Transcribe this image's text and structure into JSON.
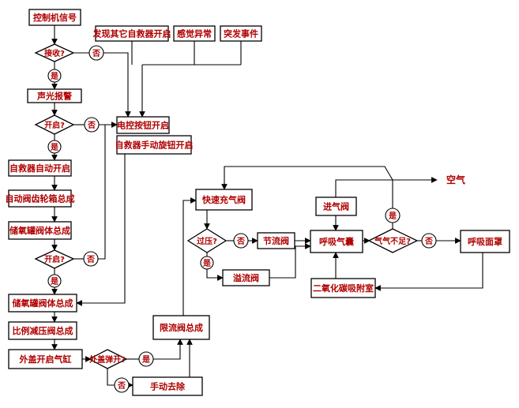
{
  "nodes": {
    "control_signal": "控制机信号",
    "other_device_open": "发现其它自救器开启",
    "feel_abnormal": "感觉异常",
    "sudden_event": "突发事件",
    "received": "接收?",
    "alarm": "声光报警",
    "opened_1": "开启?",
    "electric_button_open": "电控按钮开启",
    "manual_knob_open": "自救器手动旋钮开启",
    "auto_open": "自救器自动开启",
    "auto_valve_ratchet": "自动阀齿轮箱总成",
    "storage_tank_valve_1": "储氧罐阀体总成",
    "opened_2": "开启?",
    "storage_tank_valve_2": "储氧罐阀体总成",
    "proportional_valve": "比例减压阀总成",
    "outer_cover_cylinder": "外盖开启气缸",
    "outer_cover_popped": "外盖弹开?",
    "manual_remove": "手动去除",
    "flow_limit_valve": "限流阀总成",
    "fast_fill_valve": "快速充气阀",
    "over_pressure": "过压?",
    "throttle_valve": "节流阀",
    "overflow_valve": "溢流阀",
    "breathing_bag": "呼吸气囊",
    "intake_valve": "进气阀",
    "insufficient_gas": "气气不足?",
    "breathing_mask": "呼吸面罩",
    "co2_absorb": "二氧化碳吸附室",
    "air": "空气"
  },
  "labels": {
    "no": "否",
    "yes": "是"
  }
}
